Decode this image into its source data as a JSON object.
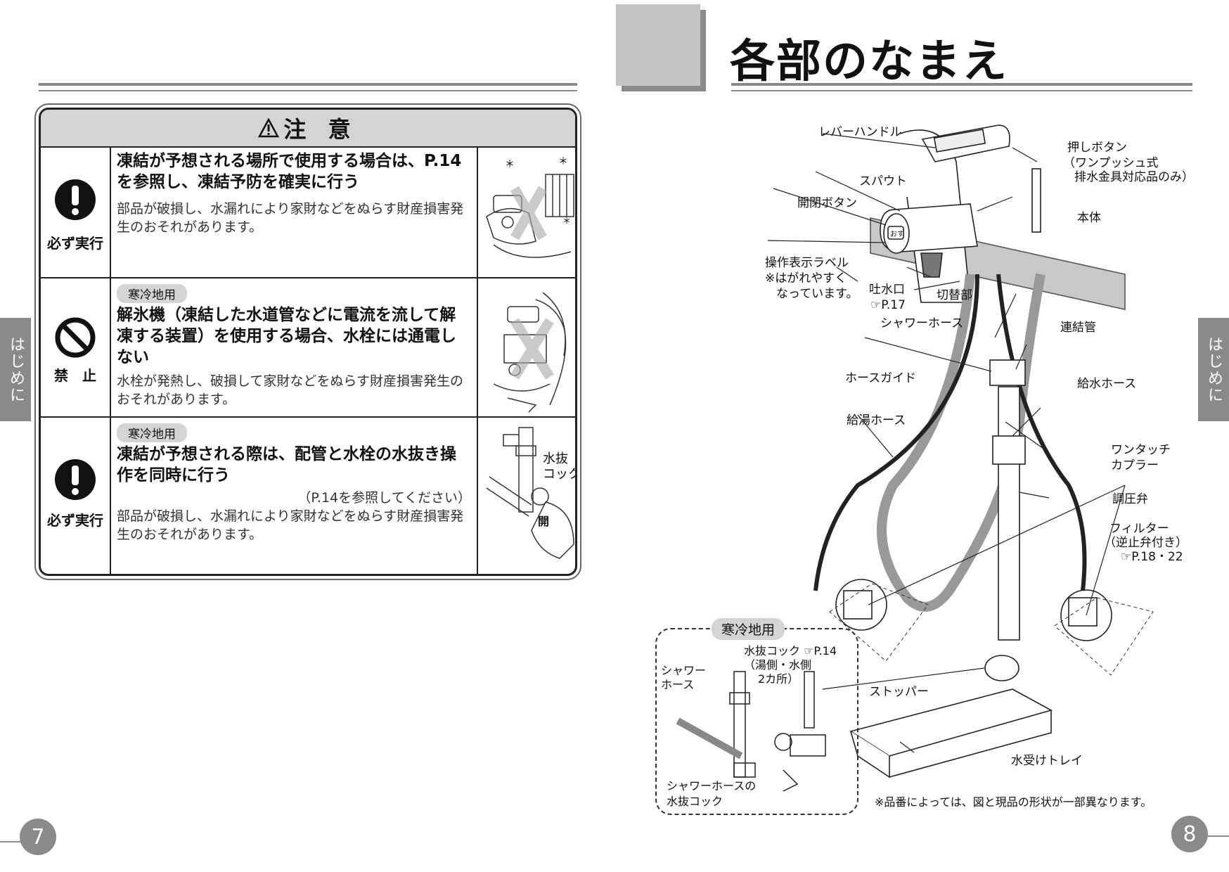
{
  "left_page": {
    "caution_title": "注 意",
    "rows": [
      {
        "icon_label": "必ず実行",
        "tag": "",
        "heading": "凍結が予想される場所で使用する場合は、P.14を参照し、凍結予防を確実に行う",
        "body": "部品が破損し、水漏れにより家財などをぬらす財産損害発生のおそれがあります。"
      },
      {
        "icon_label": "禁　止",
        "tag": "寒冷地用",
        "heading": "解氷機（凍結した水道管などに電流を流して解凍する装置）を使用する場合、水栓には通電しない",
        "body": "水栓が発熱し、破損して家財などをぬらす財産損害発生のおそれがあります。"
      },
      {
        "icon_label": "必ず実行",
        "tag": "寒冷地用",
        "heading": "凍結が予想される際は、配管と水栓の水抜き操作を同時に行う",
        "ref": "（P.14を参照してください）",
        "body": "部品が破損し、水漏れにより家財などをぬらす財産損害発生のおそれがあります。",
        "img_label": "水抜\nコック",
        "img_label2": "開"
      }
    ],
    "side_tab": "はじめに",
    "page_number": "7"
  },
  "right_page": {
    "title": "各部のなまえ",
    "labels": {
      "lever_handle": "レバーハンドル",
      "push_button": "押しボタン",
      "push_button_note1": "（ワンプッシュ式",
      "push_button_note2": "排水金具対応品のみ）",
      "spout": "スパウト",
      "open_close_button": "開閉ボタン",
      "body": "本体",
      "label_sticker": "操作表示ラベル",
      "label_sticker_note1": "※はがれやすく",
      "label_sticker_note2": "なっています。",
      "outlet": "吐水口",
      "outlet_ref": "☞P.17",
      "switch": "切替部",
      "shower_hose": "シャワーホース",
      "connecting_pipe": "連結管",
      "hose_guide": "ホースガイド",
      "water_supply_hose": "給水ホース",
      "hot_supply_hose": "給湯ホース",
      "one_touch1": "ワンタッチ",
      "one_touch2": "カプラー",
      "pressure_valve": "調圧弁",
      "filter1": "フィルター",
      "filter2": "（逆止弁付き）",
      "filter_ref": "☞P.18・22",
      "stopper": "ストッパー",
      "tray": "水受けトレイ",
      "note": "※品番によっては、図と現品の形状が一部異なります。",
      "inset_title": "寒冷地用",
      "inset_drain": "水抜コック ☞P.14",
      "inset_drain2": "（湯側・水側",
      "inset_drain3": "2カ所）",
      "inset_shower1": "シャワー",
      "inset_shower2": "ホース",
      "inset_shower_drain1": "シャワーホースの",
      "inset_shower_drain2": "水抜コック",
      "faucet_button_text": "おす"
    },
    "side_tab": "はじめに",
    "page_number": "8"
  }
}
